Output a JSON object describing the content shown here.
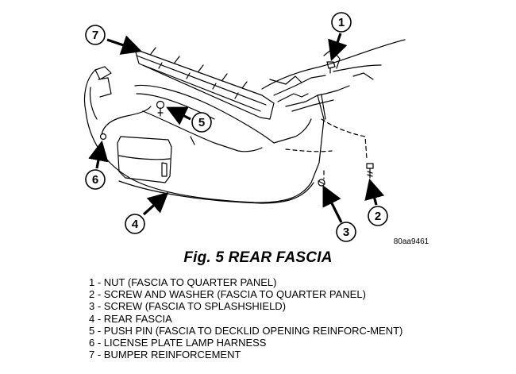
{
  "figure": {
    "part_code": "80aa9461",
    "callouts": [
      "1",
      "2",
      "3",
      "4",
      "5",
      "6",
      "7"
    ]
  },
  "caption": {
    "title": "Fig. 5 REAR FASCIA"
  },
  "legend": {
    "items": [
      "1 - NUT (FASCIA TO QUARTER PANEL)",
      "2 - SCREW AND WASHER (FASCIA TO QUARTER PANEL)",
      "3 - SCREW (FASCIA TO SPLASHSHIELD)",
      "4 - REAR FASCIA",
      "5 - PUSH PIN (FASCIA TO DECKLID OPENING REINFORC-MENT)",
      "6 - LICENSE PLATE LAMP HARNESS",
      "7 - BUMPER REINFORCEMENT"
    ]
  }
}
